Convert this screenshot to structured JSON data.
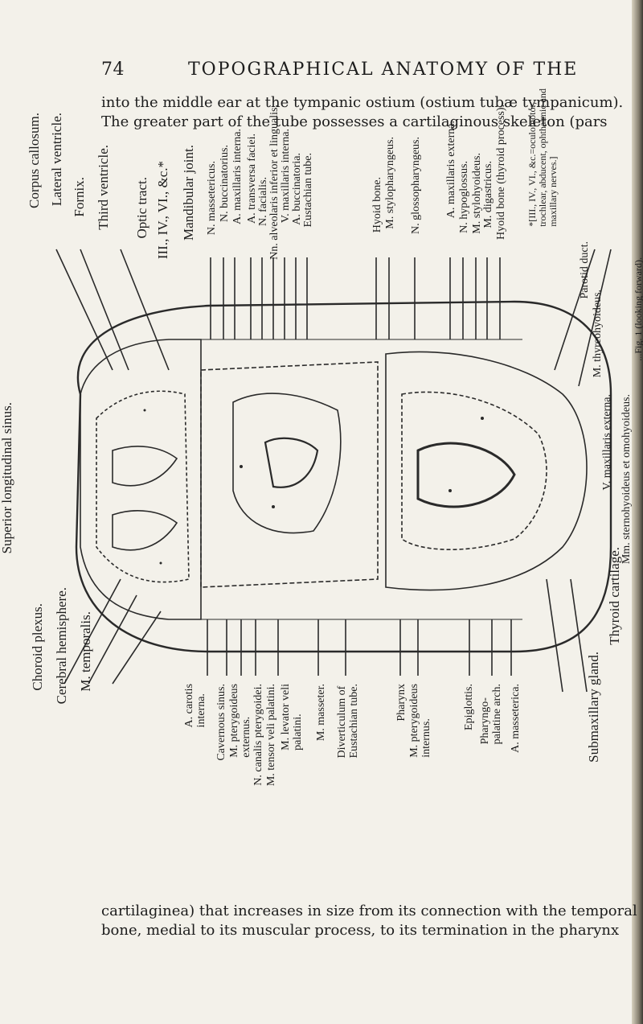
{
  "header": {
    "page_number": "74",
    "title": "TOPOGRAPHICAL ANATOMY OF THE"
  },
  "text": {
    "top_line_1": "into the middle ear at the tympanic ostium (ostium tubæ tympanicum).",
    "top_line_2": "The greater part of the tube possesses a cartilaginous skeleton (pars",
    "bottom_line_1": "cartilaginea) that increases in size from its connection with the temporal",
    "bottom_line_2": "bone, medial to its muscular process, to its termination in the pharynx"
  },
  "figure": {
    "left_labels": {
      "superior_longitudinal_sinus": "Superior longitudinal sinus.",
      "choroid_plexus": "Choroid plexus.",
      "corpus_callosum": "Corpus callosum.",
      "cerebral_hemisphere": "Cerebral hemisphere.",
      "lateral_ventricle": "Lateral ventricle.",
      "fornix": "Fornix.",
      "m_temporalis": "M. temporalis.",
      "third_ventricle": "Third ventricle.",
      "optic_tract": "Optic tract.",
      "nerves_iii_iv_vi": "III., IV., VI., &c.*",
      "mandibular_joint": "Mandibular joint."
    },
    "top_labels": [
      "N. massetericus.",
      "N. buccinatorius.",
      "A. maxillaris interna.",
      "A. transversa faciei.",
      "N. facialis.",
      "Nn. alveolaris inferior et lingualis.",
      "V. maxillaris interna.",
      "A. buccinatoria.",
      "Eustachian tube.",
      "Hyoid bone.",
      "M. stylopharyngeus.",
      "N. glossopharyngeus.",
      "A. maxillaris externa.",
      "N. hypoglossus.",
      "M. stylohyoideus.",
      "M. digastricus.",
      "Hyoid bone (thyroid process)."
    ],
    "footnote": {
      "line_1": "*[III., IV., VI., &c.=oculomotor,",
      "line_2": "trochlear, abducent, ophthalmic and",
      "line_3": "maxillary nerves.]"
    },
    "bottom_labels": {
      "a_carotis_interna_1": "A. carotis",
      "a_carotis_interna_2": "interna.",
      "cavernous_sinus": "Cavernous sinus.",
      "m_pterygoideus_externus_1": "M. pterygoideus",
      "m_pterygoideus_externus_2": "externus.",
      "n_canalis_pterygoidei": "N. canalis pterygoidei.",
      "m_tensor_veli_palatini": "M. tensor veli palatini.",
      "m_levator_veli_palatini_1": "M. levator veli",
      "m_levator_veli_palatini_2": "palatini.",
      "m_masseter": "M. masseter.",
      "diverticulum_1": "Diverticulum of",
      "diverticulum_2": "Eustachian tube.",
      "pharynx": "Pharynx",
      "m_pterygoideus_internus_1": "M. pterygoideus",
      "m_pterygoideus_internus_2": "internus.",
      "epiglottis": "Epiglottis.",
      "pharyngo_palatine_arch_1": "Pharyngo-",
      "pharyngo_palatine_arch_2": "palatine arch.",
      "a_masseterica": "A. masseterica."
    },
    "right_labels": {
      "submaxillary_gland": "Submaxillary gland.",
      "thyroid_cartilage": "Thyroid cartilage.",
      "mm_sternohyoideus": "Mm. sternohyoideus et omohyoideus.",
      "v_maxillaris_externa": "V. maxillaris externa.",
      "m_thyreohyoideus": "M. thyreohyoideus.",
      "parotid_duct": "Parotid duct.",
      "caption_fragment": "...Fig. 1 (looking forward)."
    }
  }
}
